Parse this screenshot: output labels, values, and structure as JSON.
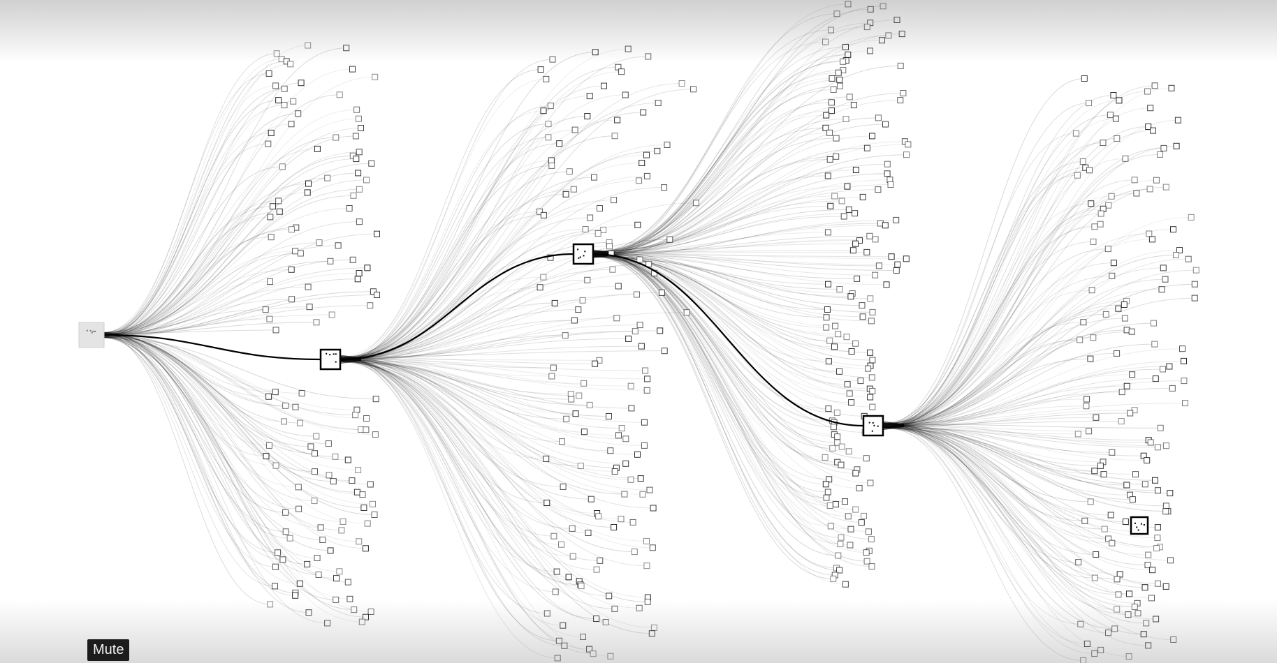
{
  "player": {
    "mute_label": "Mute"
  },
  "diagram": {
    "description_kind": "branching tree of curved connector lines between small square nodes",
    "stroke_color": "#000000",
    "background_color": "#ffffff",
    "hubs": [
      {
        "id": "root",
        "style": "faded"
      },
      {
        "id": "hub-1",
        "style": "bold"
      },
      {
        "id": "hub-2",
        "style": "bold"
      },
      {
        "id": "hub-3",
        "style": "bold"
      },
      {
        "id": "hub-4",
        "style": "bold"
      }
    ],
    "highlighted_path": [
      "root",
      "hub-1",
      "hub-2",
      "hub-3"
    ]
  }
}
